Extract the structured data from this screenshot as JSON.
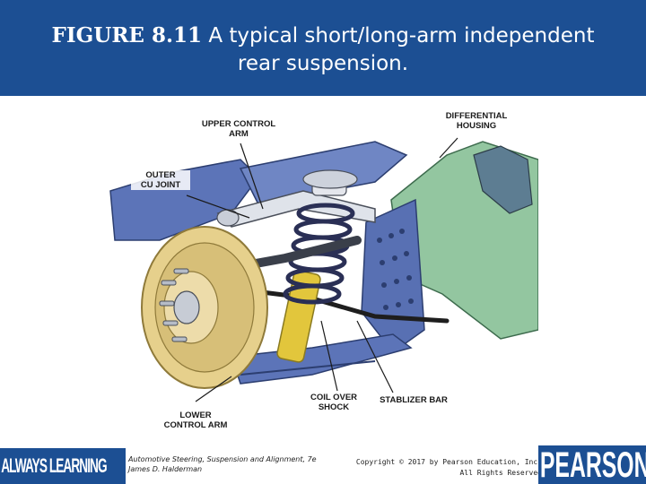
{
  "slide": {
    "figure_number": "FIGURE 8.11",
    "title_line1": "A typical short/long-arm independent",
    "title_line2": "rear suspension."
  },
  "figure": {
    "labels": {
      "upper_control_arm_1": "UPPER CONTROL",
      "upper_control_arm_2": "ARM",
      "differential_housing_1": "DIFFERENTIAL",
      "differential_housing_2": "HOUSING",
      "outer_cv_joint_1": "OUTER",
      "outer_cv_joint_2": "CU JOINT",
      "coil_over_shock_1": "COIL OVER",
      "coil_over_shock_2": "SHOCK",
      "stabilizer_bar": "STABLIZER BAR",
      "lower_control_arm_1": "LOWER",
      "lower_control_arm_2": "CONTROL ARM"
    }
  },
  "footer": {
    "tagline": "ALWAYS LEARNING",
    "book_title": "Automotive Steering, Suspension and Alignment, 7e",
    "author": "James D. Halderman",
    "copyright_line1": "Copyright © 2017 by Pearson Education, Inc.",
    "copyright_line2": "All Rights Reserved",
    "logo": "PEARSON"
  },
  "colors": {
    "brand_blue": "#1c4f93",
    "suspension_blue": "#5c74b8",
    "housing_green": "#93c6a0",
    "rotor_yellow": "#e6d08c",
    "shock_yellow": "#e2c63c"
  }
}
